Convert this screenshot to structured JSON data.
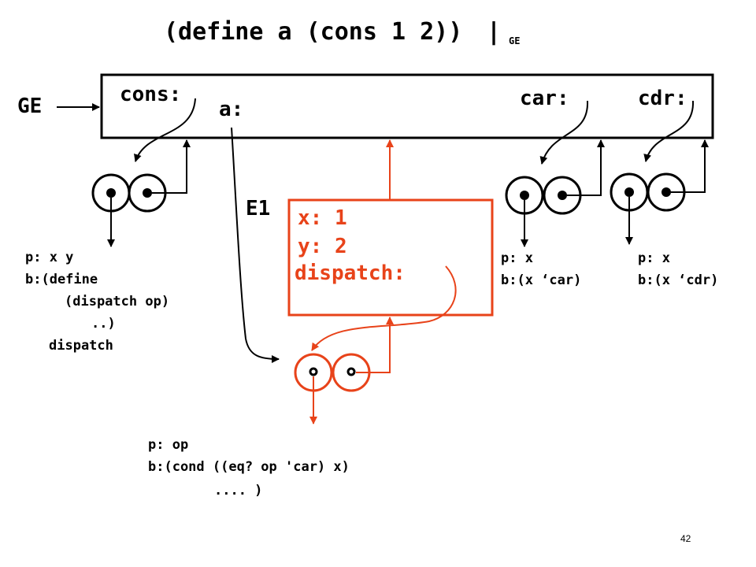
{
  "title": "(define a (cons 1 2))",
  "title_bar": "|",
  "title_sub": "GE",
  "ge_label": "GE",
  "global_env": {
    "vars": [
      "cons:",
      "a:",
      "car:",
      "cdr:"
    ]
  },
  "e1": {
    "label": "E1",
    "bindings": [
      "x: 1",
      "y: 2",
      "dispatch:"
    ]
  },
  "procedures": {
    "cons": [
      "p: x y",
      "b:(define",
      "(dispatch op)",
      "..)",
      "dispatch"
    ],
    "car": [
      "p: x",
      "b:(x ‘car)"
    ],
    "cdr": [
      "p: x",
      "b:(x ‘cdr)"
    ],
    "dispatch": [
      "p: op",
      "b:(cond ((eq? op 'car) x)",
      ".... )"
    ]
  },
  "page_number": "42",
  "colors": {
    "black": "#000000",
    "red": "#e8431a"
  }
}
